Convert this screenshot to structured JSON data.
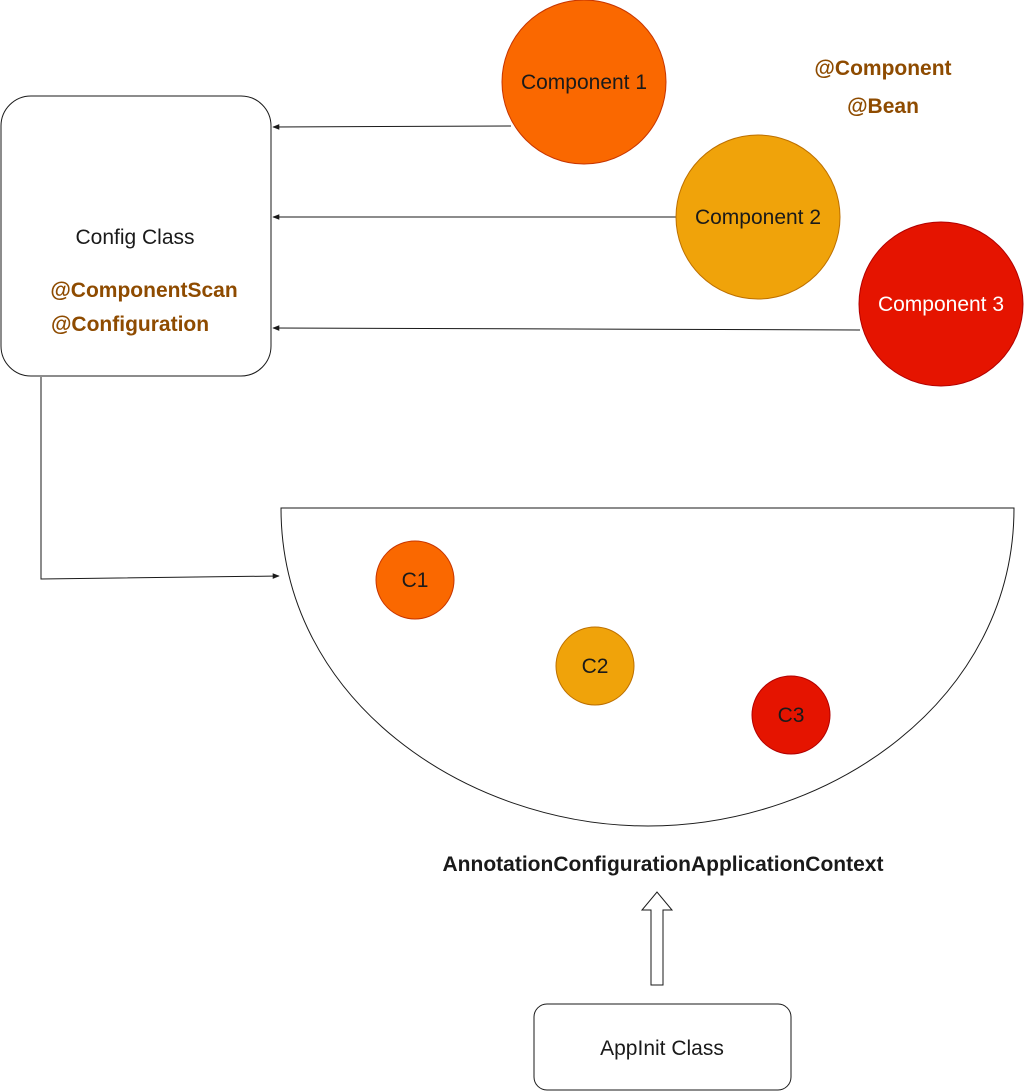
{
  "config": {
    "title": "Config Class",
    "annotations": [
      "@ComponentScan",
      "@Configuration"
    ]
  },
  "component_annotations": [
    "@Component",
    "@Bean"
  ],
  "components": [
    {
      "label": "Component 1",
      "short": "C1",
      "color": "#FA6800",
      "text_color": "#1a1a1a"
    },
    {
      "label": "Component 2",
      "short": "C2",
      "color": "#F0A30A",
      "text_color": "#1a1a1a"
    },
    {
      "label": "Component 3",
      "short": "C3",
      "color": "#E51400",
      "text_color": "#ffffff"
    }
  ],
  "context": {
    "label": "AnnotationConfigurationApplicationContext"
  },
  "appinit": {
    "label": "AppInit Class"
  },
  "colors": {
    "annotation": "#8E4B00",
    "stroke": "#1a1a1a"
  }
}
